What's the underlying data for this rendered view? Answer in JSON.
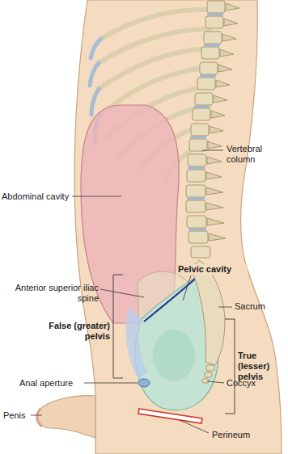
{
  "diagram": {
    "labels": [
      "Vertebral column",
      "Abdominal cavity",
      "Pelvic cavity",
      "Anterior superior iliac spine",
      "Sacrum",
      "False (greater) pelvis",
      "True (lesser) pelvis",
      "Anal aperture",
      "Coccyx",
      "Penis",
      "Perineum"
    ]
  }
}
